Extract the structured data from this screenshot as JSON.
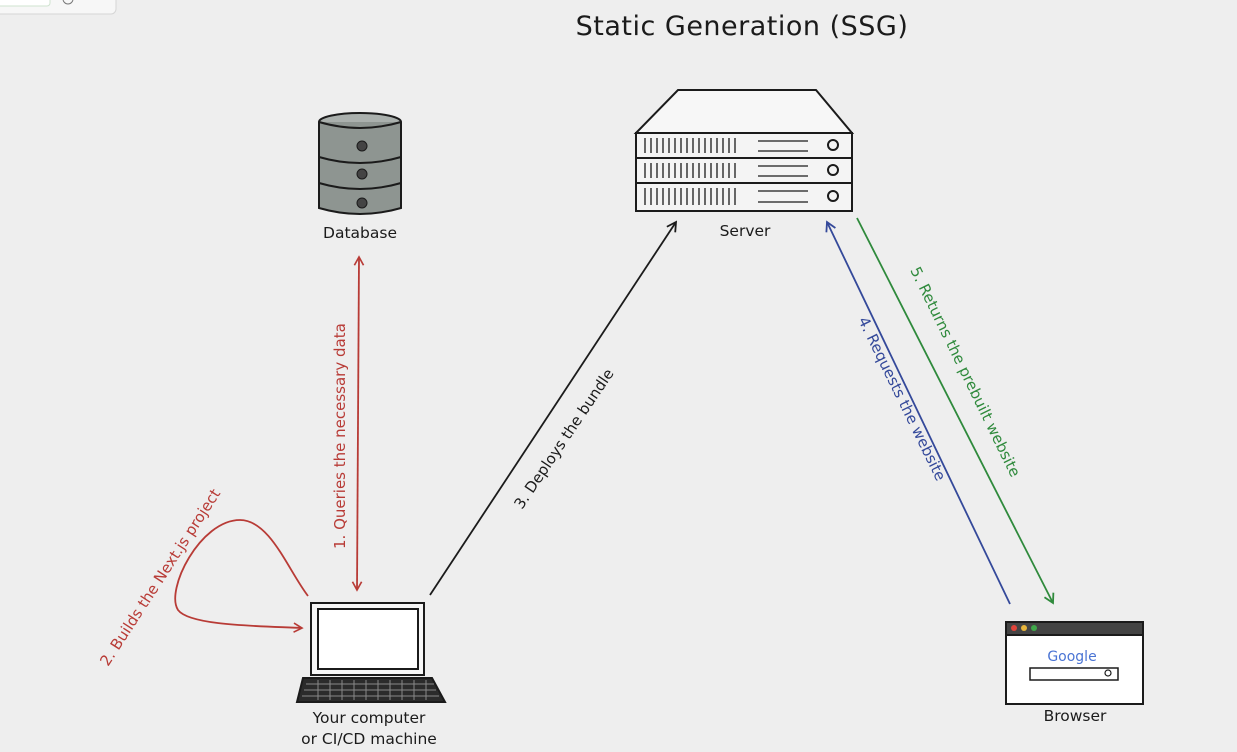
{
  "title": "Static Generation (SSG)",
  "nodes": {
    "database": "Database",
    "server": "Server",
    "computer_line1": "Your computer",
    "computer_line2": "or CI/CD machine",
    "browser": "Browser",
    "search_logo": "Google"
  },
  "edges": {
    "queries": "1. Queries the necessary data",
    "builds": "2. Builds the Next.js project",
    "deploys": "3. Deploys the bundle",
    "requests": "4. Requests the website",
    "returns": "5. Returns the prebuilt website"
  },
  "colors": {
    "red": "#b83b36",
    "blue": "#34499a",
    "green": "#2f8a3c",
    "ink": "#1b1b1b"
  }
}
